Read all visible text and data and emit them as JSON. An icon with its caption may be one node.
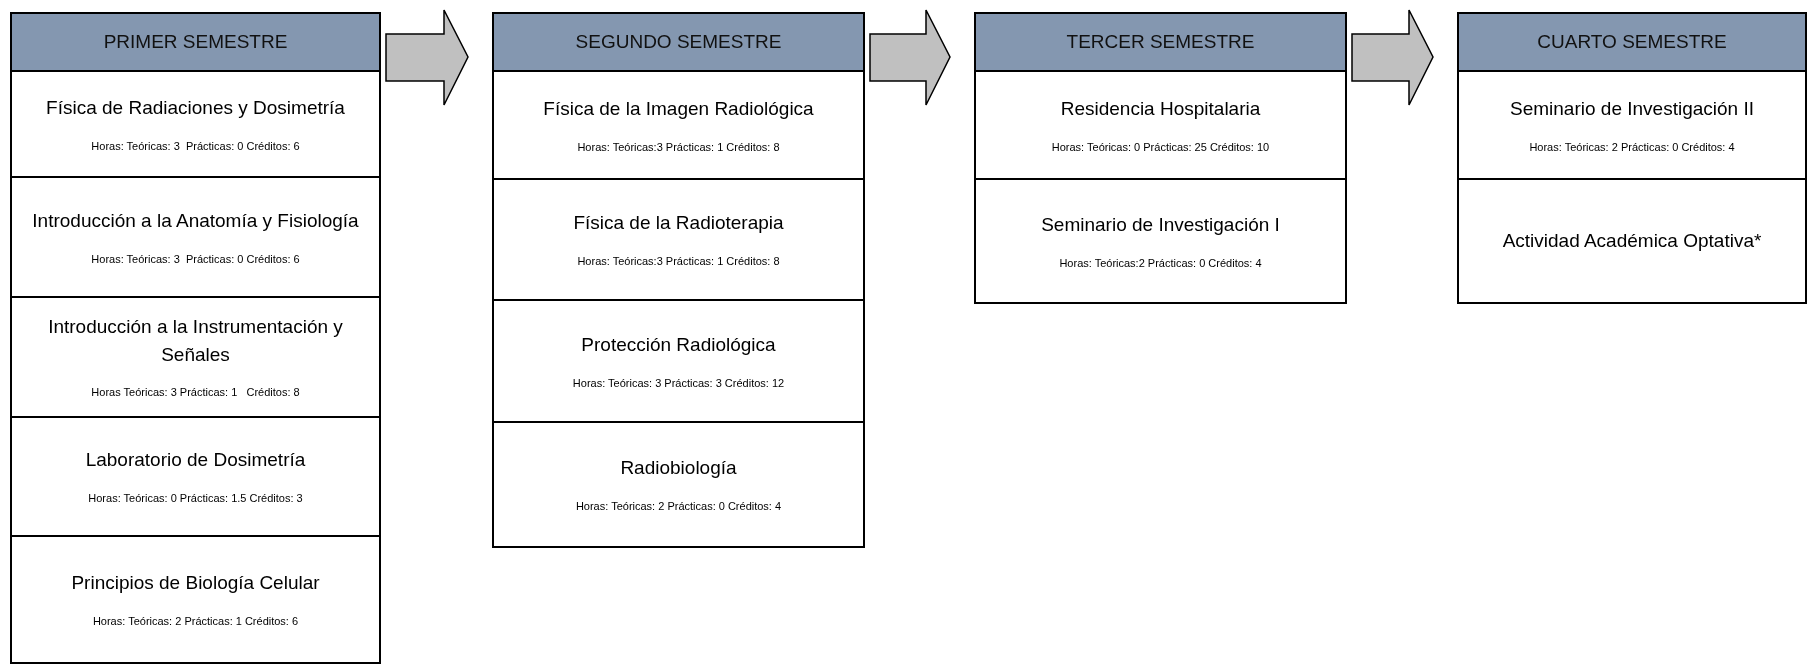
{
  "diagram": {
    "nodes": [
      {
        "text": [
          "PRIMER SEMESTRE"
        ]
      },
      {
        "text": [
          "Física de Radiaciones y Dosimetría",
          "Horas: Teóricas: 3  Prácticas: 0 Créditos: 6"
        ],
        "in": 0
      },
      {
        "text": [
          "Introducción a la Anatomía y Fisiología",
          "Horas: Teóricas: 3  Prácticas: 0 Créditos: 6"
        ],
        "in": 0
      },
      {
        "text": [
          "Introducción a la Instrumentación y Señales",
          "Horas Teóricas: 3 Prácticas: 1   Créditos: 8"
        ],
        "in": 0
      },
      {
        "text": [
          "Laboratorio de Dosimetría",
          "Horas: Teóricas: 0 Prácticas: 1.5 Créditos: 3"
        ],
        "in": 0
      },
      {
        "text": [
          "Principios de Biología Celular",
          "Horas: Teóricas: 2 Prácticas: 1 Créditos: 6"
        ],
        "in": 0
      },
      {
        "text": [
          "SEGUNDO SEMESTRE"
        ]
      },
      {
        "text": [
          "Física de la Imagen Radiológica",
          "Horas: Teóricas:3 Prácticas: 1 Créditos: 8"
        ],
        "in": 6
      },
      {
        "text": [
          "Física de la Radioterapia",
          "Horas: Teóricas:3 Prácticas: 1 Créditos: 8"
        ],
        "in": 6
      },
      {
        "text": [
          "Protección Radiológica",
          "Horas: Teóricas: 3 Prácticas: 3 Créditos: 12"
        ],
        "in": 6
      },
      {
        "text": [
          "Radiobiología",
          "Horas: Teóricas: 2 Prácticas: 0 Créditos: 4"
        ],
        "in": 6
      },
      {
        "text": [
          "TERCER SEMESTRE"
        ]
      },
      {
        "text": [
          "Residencia Hospitalaria",
          "Horas: Teóricas: 0 Prácticas: 25 Créditos: 10"
        ],
        "in": 11
      },
      {
        "text": [
          "Seminario de Investigación I",
          "Horas: Teóricas:2 Prácticas: 0 Créditos: 4"
        ],
        "in": 11
      },
      {
        "text": [
          "CUARTO SEMESTRE"
        ]
      },
      {
        "text": [
          "Seminario de Investigación II",
          "Horas: Teóricas: 2 Prácticas: 0 Créditos: 4"
        ],
        "in": 14
      },
      {
        "text": [
          "Actividad Académica Optativa*"
        ],
        "in": 14
      }
    ],
    "edges": [
      {
        "from": 0,
        "to": 6,
        "arrow": "to"
      },
      {
        "from": 6,
        "to": 11,
        "arrow": "to"
      },
      {
        "from": 11,
        "to": 14,
        "arrow": "to"
      }
    ]
  }
}
